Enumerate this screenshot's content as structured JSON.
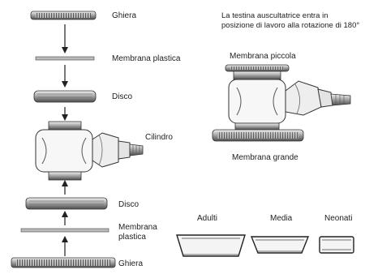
{
  "labels": {
    "top_ghiera": "Ghiera",
    "top_membrana": "Membrana plastica",
    "top_disco": "Disco",
    "cilindro": "Cilindro",
    "bottom_disco": "Disco",
    "bottom_membrana_1": "Membrana",
    "bottom_membrana_2": "plastica",
    "bottom_ghiera": "Ghiera",
    "note_line1": "La testina auscultatrice entra in",
    "note_line2": "posizione di lavoro alla rotazione di 180°",
    "membrana_piccola": "Membrana piccola",
    "membrana_grande": "Membrana grande",
    "adulti": "Adulti",
    "media": "Media",
    "neonati": "Neonati"
  },
  "colors": {
    "ink": "#222222",
    "metal_light": "#d9d9d9",
    "metal_mid": "#a8a8a8",
    "metal_dark": "#5a5a5a"
  }
}
